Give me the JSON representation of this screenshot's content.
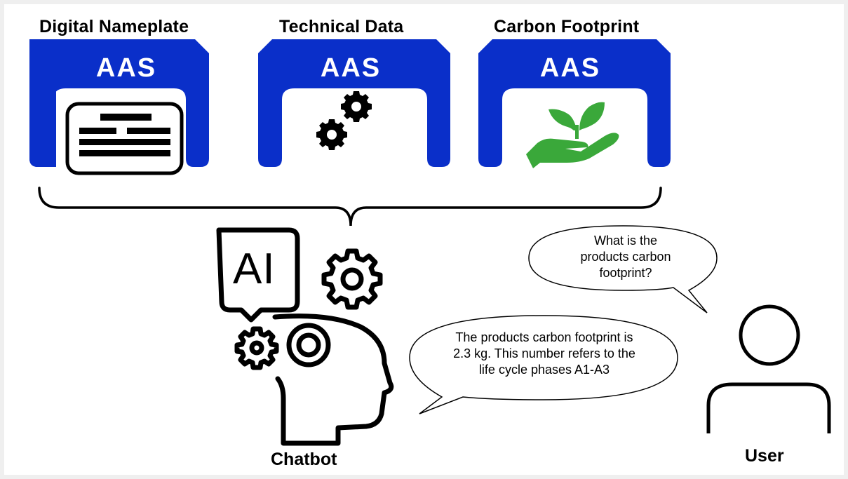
{
  "headers": {
    "nameplate": "Digital Nameplate",
    "technical": "Technical Data",
    "carbon": "Carbon Footprint"
  },
  "aas_label": "AAS",
  "user_bubble": {
    "line1": "What is the",
    "line2": "products carbon",
    "line3": "footprint?"
  },
  "bot_bubble": {
    "line1": "The products carbon footprint is",
    "line2": "2.3 kg. This number refers to the",
    "line3": "life cycle phases A1-A3"
  },
  "ai_text": "AI",
  "chatbot_label": "Chatbot",
  "user_label": "User",
  "colors": {
    "aas_blue": "#0a2fc9",
    "leaf_green": "#3aa83a"
  },
  "icons": {
    "nameplate": "document-card-icon",
    "technical": "gears-icon",
    "carbon": "plant-hand-icon",
    "chatbot": "ai-head-icon",
    "user": "user-icon"
  }
}
